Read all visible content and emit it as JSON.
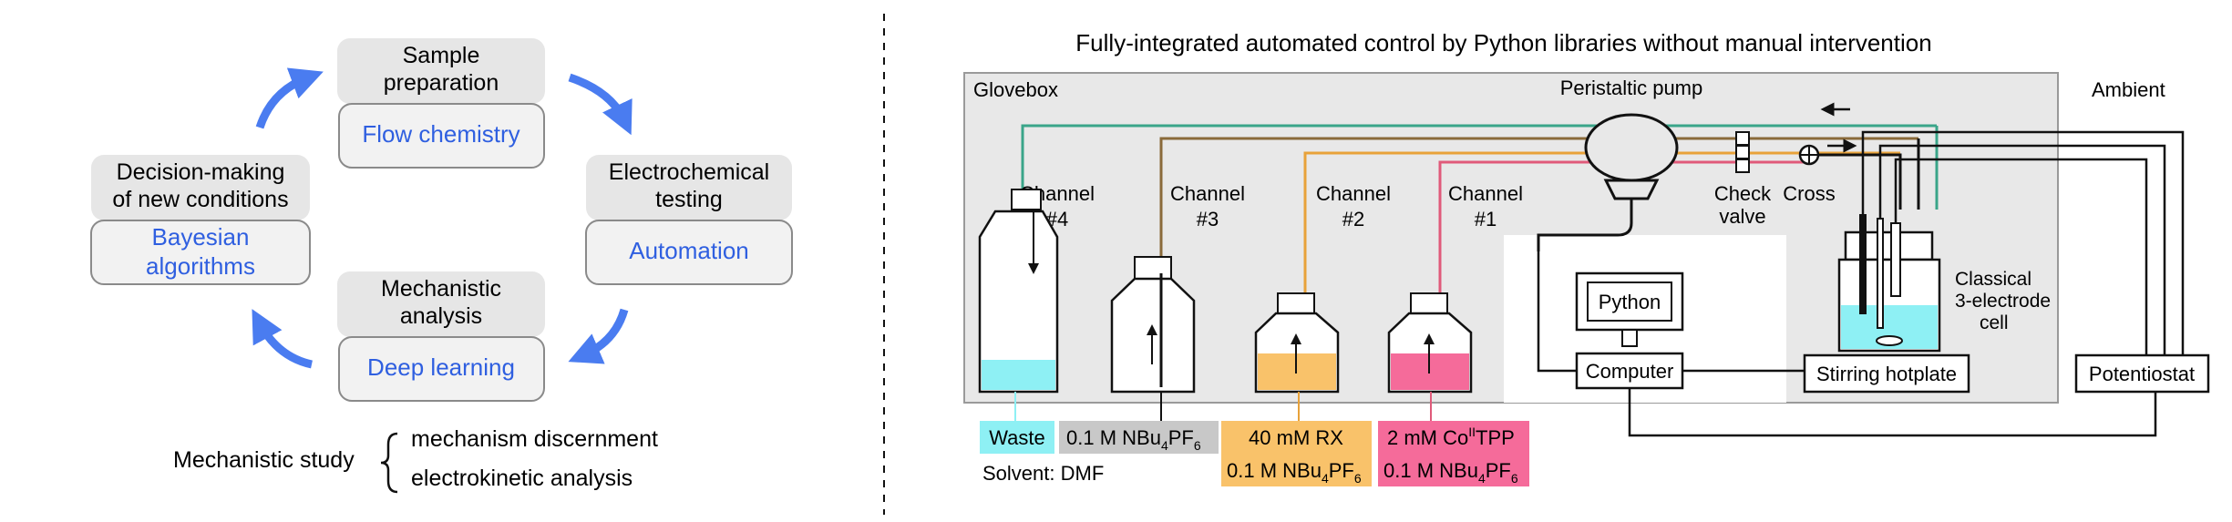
{
  "cycle": {
    "sample_prep": {
      "line1": "Sample",
      "line2": "preparation",
      "method": "Flow chemistry"
    },
    "testing": {
      "line1": "Electrochemical",
      "line2": "testing",
      "method": "Automation"
    },
    "mechanistic": {
      "line1": "Mechanistic",
      "line2": "analysis",
      "method": "Deep learning"
    },
    "decision": {
      "line1": "Decision-making",
      "line2": "of new conditions",
      "method_line1": "Bayesian",
      "method_line2": "algorithms"
    }
  },
  "study": {
    "label": "Mechanistic study",
    "items": [
      "mechanism discernment",
      "electrokinetic analysis"
    ]
  },
  "setup": {
    "title": "Fully-integrated automated control by Python libraries without manual intervention",
    "glovebox": "Glovebox",
    "ambient": "Ambient",
    "pump": "Peristaltic pump",
    "check_valve_line1": "Check",
    "check_valve_line2": "valve",
    "cross": "Cross",
    "channels": [
      {
        "line1": "Channel",
        "line2": "#4"
      },
      {
        "line1": "Channel",
        "line2": "#3"
      },
      {
        "line1": "Channel",
        "line2": "#2"
      },
      {
        "line1": "Channel",
        "line2": "#1"
      }
    ],
    "cell_line1": "Classical",
    "cell_line2": "3-electrode",
    "cell_line3": "cell",
    "python": "Python",
    "computer": "Computer",
    "hotplate": "Stirring hotplate",
    "potentiostat": "Potentiostat",
    "labels": {
      "waste": "Waste",
      "ch3_prefix": "0.1 M NBu",
      "sub4": "4",
      "pf": "PF",
      "sub6": "6",
      "ch2_line1": "40 mM RX",
      "ch1_prefix": "2 mM Co",
      "sup_ii": "II",
      "tpp": "TPP",
      "solvent": "Solvent: DMF"
    }
  },
  "colors": {
    "blue_text": "#2f5fe0",
    "arrow_blue": "#4a7cf0",
    "box_gray": "#e6e6e6",
    "box_light": "#f2f2f2",
    "glovebox_fill": "#e8e8e8",
    "waste_cyan": "#8ef0f4",
    "rx_orange": "#f9c26a",
    "co_pink": "#f56b9a",
    "ch3_gray": "#c8c8c8",
    "green_tube": "#3aa589",
    "brown_tube": "#8a6a3a",
    "orange_tube": "#e8a23a",
    "pink_tube": "#e05a7a"
  }
}
